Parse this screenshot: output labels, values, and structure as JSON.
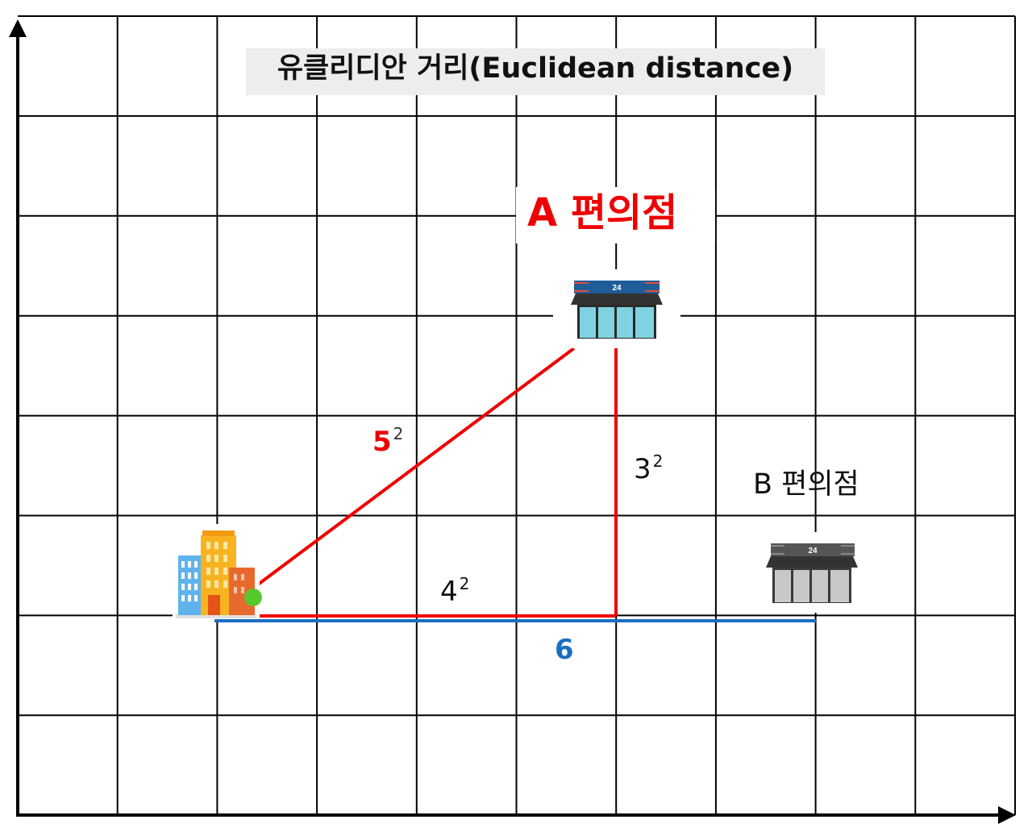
{
  "title": "유클리디안 거리(Euclidean distance)",
  "store_a": {
    "label": "A 편의점",
    "sign": "24"
  },
  "store_b": {
    "label": "B 편의점",
    "sign": "24"
  },
  "segments": {
    "hypotenuse": {
      "base": "5",
      "exp": "2",
      "color": "#ee0000"
    },
    "vertical": {
      "base": "3",
      "exp": "2",
      "color": "#ee0000"
    },
    "horizontal": {
      "base": "4",
      "exp": "2",
      "color": "#ee0000"
    },
    "b_distance": {
      "value": "6",
      "color": "#1a6fc2"
    }
  },
  "grid": {
    "columns": 10,
    "rows": 8,
    "line_color": "#000000"
  },
  "icons": {
    "origin": "office-building-icon",
    "store_a": "convenience-store-icon",
    "store_b": "convenience-store-gray-icon"
  },
  "colors": {
    "red": "#ee0000",
    "blue": "#1a6fc2",
    "store_a_roof": "#1f5d99",
    "store_b_roof": "#555555"
  }
}
